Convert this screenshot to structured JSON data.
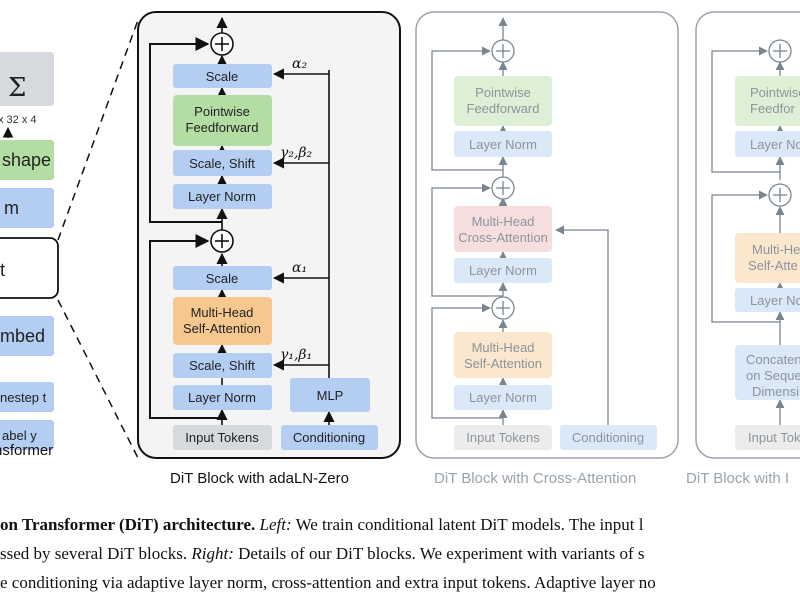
{
  "left_panel": {
    "sigma": "Σ",
    "dims": "x 32 x 4",
    "reshape": "shape",
    "norm": "m",
    "block": "t",
    "embed": "mbed",
    "timestep": "nestep t",
    "label": "abel y",
    "title": "nsformer"
  },
  "adaln_block": {
    "title": "DiT Block with adaLN-Zero",
    "scale_top": "Scale",
    "ffn": [
      "Pointwise",
      "Feedforward"
    ],
    "scale_shift_top": "Scale, Shift",
    "layer_norm_top": "Layer Norm",
    "scale_bottom": "Scale",
    "attention": [
      "Multi-Head",
      "Self-Attention"
    ],
    "scale_shift_bottom": "Scale, Shift",
    "layer_norm_bottom": "Layer Norm",
    "input": "Input Tokens",
    "mlp": "MLP",
    "conditioning": "Conditioning",
    "alpha2": "α₂",
    "gamma2_beta2": "γ₂,β₂",
    "alpha1": "α₁",
    "gamma1_beta1": "γ₁,β₁"
  },
  "cross_block": {
    "title": "DiT Block with Cross-Attention",
    "ffn": [
      "Pointwise",
      "Feedforward"
    ],
    "layer_norm_1": "Layer Norm",
    "cross_attention": [
      "Multi-Head",
      "Cross-Attention"
    ],
    "layer_norm_2": "Layer Norm",
    "self_attention": [
      "Multi-Head",
      "Self-Attention"
    ],
    "layer_norm_3": "Layer Norm",
    "input": "Input Tokens",
    "conditioning": "Conditioning"
  },
  "incontext_block": {
    "title": "DiT Block with I",
    "ffn": [
      "Pointwise",
      "Feedfor"
    ],
    "layer_norm_1": "Layer Norm",
    "self_attention": [
      "Multi-He",
      "Self-Atte"
    ],
    "layer_norm_2": "Layer Norm",
    "concat": [
      "Concaten",
      "on Seque",
      "Dimensi"
    ],
    "input": "Input Toke"
  },
  "caption": {
    "line1_bold": "on Transformer (DiT) architecture.",
    "line1_left": "Left:",
    "line1_rest": "We train conditional latent DiT models. The input l",
    "line2_a": "ssed by several DiT blocks.",
    "line2_right": "Right:",
    "line2_rest": "Details of our DiT blocks. We experiment with variants of s",
    "line3": "e conditioning via adaptive layer norm, cross-attention and extra input tokens. Adaptive layer no"
  },
  "colors": {
    "blue": "#b4cdf3",
    "green": "#b4dda3",
    "orange": "#f6c890",
    "grey": "#d6d9de",
    "pink": "#f4c3c3",
    "faded_blue": "#dbe8f7",
    "faded_green": "#ddf0d6",
    "faded_orange": "#fbe7cd",
    "faded_pink": "#f7dede",
    "faded_grey": "#ececec"
  }
}
